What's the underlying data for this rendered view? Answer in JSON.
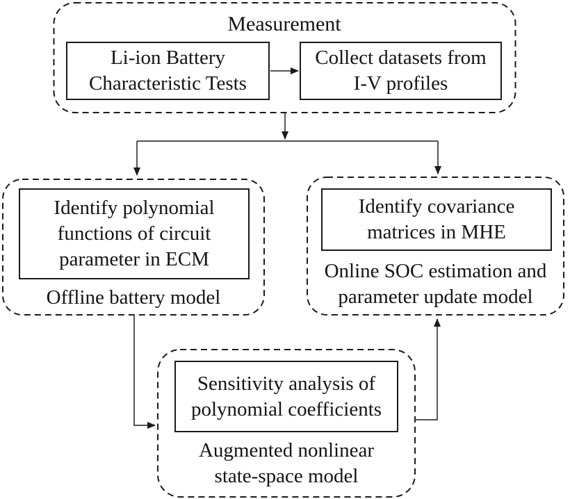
{
  "diagram": {
    "colors": {
      "stroke": "#1a1a1a",
      "connector": "#3a3a3a",
      "background": "#ffffff",
      "text": "#141414"
    },
    "measurement": {
      "title": "Measurement",
      "tests_box": [
        "Li-ion Battery",
        "Characteristic Tests"
      ],
      "collect_box": [
        "Collect datasets from",
        "I-V profiles"
      ]
    },
    "offline": {
      "box": [
        "Identify polynomial",
        "functions of circuit",
        "parameter in ECM"
      ],
      "label": [
        "Offline battery model"
      ]
    },
    "online": {
      "box": [
        "Identify covariance",
        "matrices in MHE"
      ],
      "label": [
        "Online SOC estimation and",
        "parameter update model"
      ]
    },
    "augmented": {
      "box": [
        "Sensitivity analysis of",
        "polynomial coefficients"
      ],
      "label": [
        "Augmented nonlinear",
        "state-space model"
      ]
    }
  }
}
